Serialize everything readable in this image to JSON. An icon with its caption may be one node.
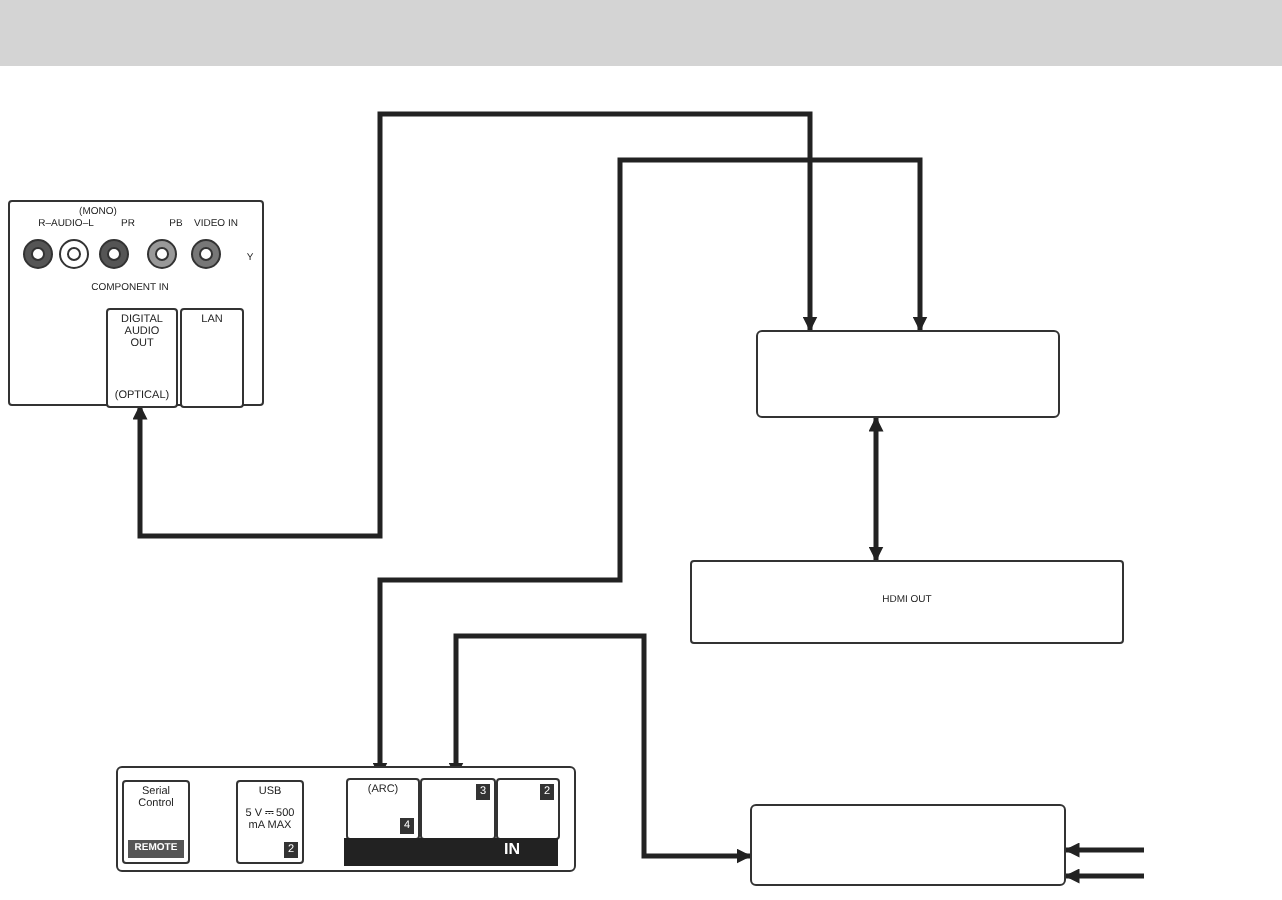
{
  "diagram": {
    "nodes": [
      {
        "text": [
          "R–AUDIO–L",
          "(MONO)",
          "PR",
          "PB",
          "VIDEO IN",
          "Y",
          "COMPONENT IN"
        ]
      },
      {
        "text": [
          "DIGITAL AUDIO OUT",
          "(OPTICAL)"
        ],
        "in": 0
      },
      {
        "text": [
          "LAN"
        ],
        "in": 0
      },
      {
        "text": [],
        "shape": "box"
      },
      {
        "text": [
          "HDMI OUT"
        ]
      },
      {
        "text": [],
        "shape": "box"
      },
      {
        "text": [
          "Serial Control",
          "REMOTE"
        ],
        "in": 5
      },
      {
        "text": [
          "USB",
          "5 V ⎓ 500 mA MAX",
          "2"
        ],
        "in": 5
      },
      {
        "text": [
          "(ARC)",
          "4"
        ],
        "in": 5
      },
      {
        "text": [
          "3"
        ],
        "in": 5
      },
      {
        "text": [
          "2"
        ],
        "in": 5
      },
      {
        "text": [],
        "shape": "box"
      }
    ],
    "edges": [
      {
        "from": 1,
        "to": 3,
        "arrow": "both"
      },
      {
        "from": 8,
        "to": 3,
        "arrow": "both"
      },
      {
        "from": 4,
        "to": 3,
        "arrow": "both"
      },
      {
        "from": 9,
        "to": 11,
        "arrow": "both"
      },
      {
        "from": null,
        "to": 11,
        "arrow": "to"
      },
      {
        "from": null,
        "to": 11,
        "arrow": "to"
      }
    ],
    "labels": [
      "IN"
    ]
  }
}
